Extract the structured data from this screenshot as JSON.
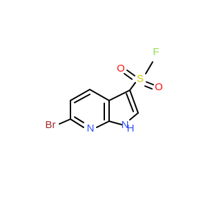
{
  "molecule": {
    "atom_labels": {
      "bromine": "Br",
      "pyridine_nitrogen": "N",
      "pyrrole_nitrogen": "N",
      "pyrrole_hydrogen": "H",
      "sulfur": "S",
      "oxygen_upper": "O",
      "oxygen_lower": "O",
      "fluorine": "F"
    },
    "colors": {
      "bond": "#000000",
      "bromine": "#A62929",
      "nitrogen": "#3050F8",
      "sulfur": "#CCCC00",
      "oxygen": "#FF0D0D",
      "fluorine": "#90E050"
    }
  }
}
